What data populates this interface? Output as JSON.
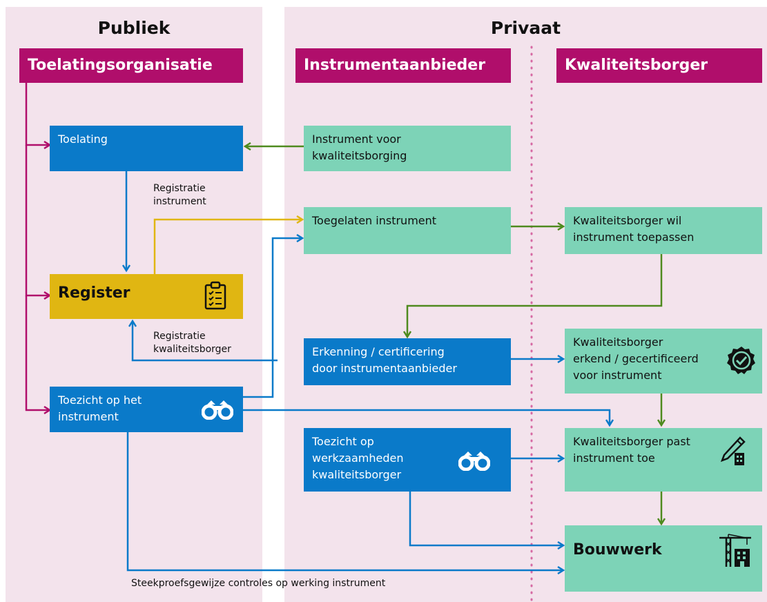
{
  "columns": {
    "public_title": "Publiek",
    "private_title": "Privaat"
  },
  "headers": {
    "toelatingsorganisatie": "Toelatingsorganisatie",
    "instrumentaanbieder": "Instrumentaanbieder",
    "kwaliteitsborger": "Kwaliteitsborger"
  },
  "boxes": {
    "toelating": "Toelating",
    "register": "Register",
    "toezicht_instrument": "Toezicht op het\ninstrument",
    "instrument_kwaliteitsborging": "Instrument voor\nkwaliteitsborging",
    "toegelaten_instrument": "Toegelaten instrument",
    "erkenning": "Erkenning / certificering\ndoor instrumentaanbieder",
    "toezicht_werkzaamheden": "Toezicht op\nwerkzaamheden\nkwaliteitsborger",
    "kb_wil": "Kwaliteitsborger wil\ninstrument toepassen",
    "kb_erkend": "Kwaliteitsborger\nerkend / gecertificeerd\nvoor instrument",
    "kb_past_toe": "Kwaliteitsborger past\ninstrument toe",
    "bouwwerk": "Bouwwerk"
  },
  "labels": {
    "registratie_instrument": "Registratie\ninstrument",
    "registratie_kwaliteitsborger": "Registratie\nkwaliteitsborger",
    "steekproef": "Steekproefsgewijze controles op werking instrument"
  },
  "icons": {
    "register": "clipboard-checklist-icon",
    "toezicht_instrument": "binoculars-icon",
    "toezicht_werkzaamheden": "binoculars-icon",
    "kb_erkend": "certified-badge-icon",
    "kb_past_toe": "pen-building-icon",
    "bouwwerk": "crane-building-icon"
  },
  "colors": {
    "panel_background": "#f3e3ec",
    "header_magenta": "#b00e6b",
    "blue": "#0a7ac9",
    "green_box": "#7dd3b7",
    "yellow": "#e0b612",
    "green_arrow": "#4e8a1e",
    "yellow_arrow": "#e0b612",
    "magenta_arrow": "#b00e6b",
    "blue_arrow": "#0a7ac9",
    "divider": "#d66aa3"
  }
}
